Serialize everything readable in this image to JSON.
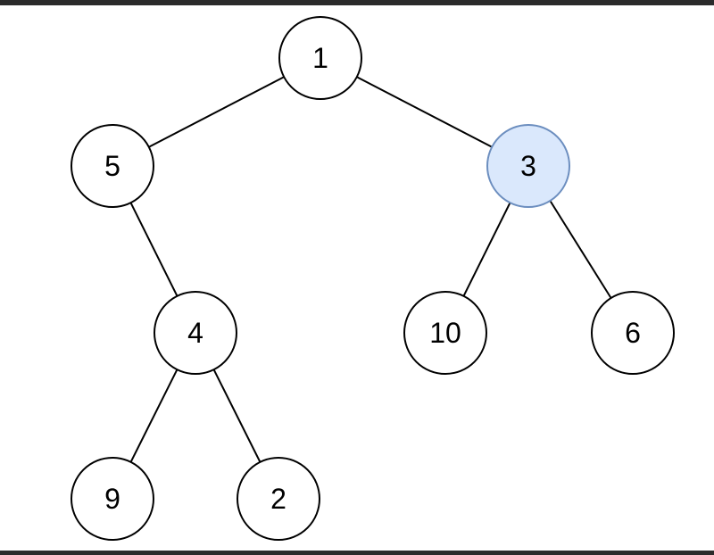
{
  "tree": {
    "nodes": [
      {
        "id": "n1",
        "label": "1",
        "highlighted": false
      },
      {
        "id": "n5",
        "label": "5",
        "highlighted": false
      },
      {
        "id": "n3",
        "label": "3",
        "highlighted": true
      },
      {
        "id": "n4",
        "label": "4",
        "highlighted": false
      },
      {
        "id": "n10",
        "label": "10",
        "highlighted": false
      },
      {
        "id": "n6",
        "label": "6",
        "highlighted": false
      },
      {
        "id": "n9",
        "label": "9",
        "highlighted": false
      },
      {
        "id": "n2",
        "label": "2",
        "highlighted": false
      }
    ],
    "edges": [
      {
        "from": "n1",
        "to": "n5"
      },
      {
        "from": "n1",
        "to": "n3"
      },
      {
        "from": "n5",
        "to": "n4"
      },
      {
        "from": "n3",
        "to": "n10"
      },
      {
        "from": "n3",
        "to": "n6"
      },
      {
        "from": "n4",
        "to": "n9"
      },
      {
        "from": "n4",
        "to": "n2"
      }
    ]
  },
  "colors": {
    "node_fill": "#ffffff",
    "node_stroke": "#000000",
    "highlight_fill": "#dae8fc",
    "highlight_stroke": "#6c8ebf"
  }
}
